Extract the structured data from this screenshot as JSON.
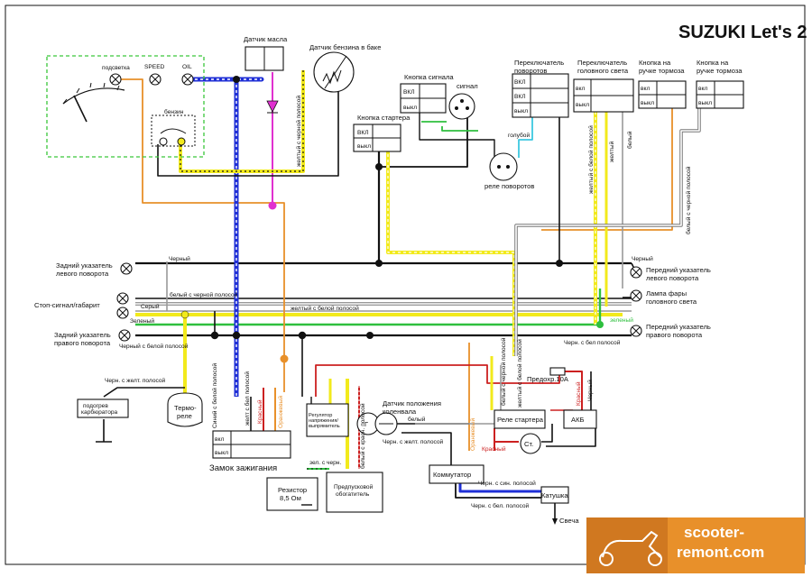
{
  "title": "SUZUKI Let's 2",
  "watermark": {
    "line1": "scooter-",
    "line2": "remont.com"
  },
  "components": {
    "oil_sensor": "Датчик масла",
    "fuel_sensor": "Датчик бензина в баке",
    "horn_button": "Кнопка сигнала",
    "horn": "сигнал",
    "starter_button": "Кнопка стартера",
    "turn_switch": "Переключатель поворотов",
    "headlight_switch": "Переключатель головного света",
    "brake_left": "Кнопка на ручке тормоза",
    "brake_right": "Кнопка на ручке тормоза",
    "turn_relay": "реле поворотов",
    "rear_left_turn": "Задний указатель левого поворота",
    "stop_light": "Стоп-сигнал/габарит",
    "rear_right_turn": "Задний указатель правого поворота",
    "front_left_turn": "Передний указатель левого поворота",
    "headlamp": "Лампа фары головного света",
    "front_right_turn": "Передний указатель правого поворота",
    "carb_heater": "подогрев карбюратора",
    "thermo_relay": "Термо-реле",
    "ignition_lock": "Замок зажигания",
    "resistor": "Резистор 8,5 Ом",
    "preheater": "Предпусковой обогатитель",
    "voltage_regulator": "Регулятор напряжения/ выпрямитель",
    "crank_sensor": "Датчик положения коленвала",
    "generator": "Г",
    "commutator": "Коммутатор",
    "coil": "Катушка",
    "spark_plug": "Свеча",
    "starter_relay": "Реле стартера",
    "battery": "АКБ",
    "starter": "Ст.",
    "fuse": "Предохр.10А"
  },
  "gauge_labels": {
    "backlight": "подсветка",
    "speed": "SPEED",
    "oil": "OIL",
    "fuel": "бензин"
  },
  "switch_labels": {
    "on": "вкл",
    "off": "выкл",
    "on_caps": "ВКЛ"
  },
  "wire_labels": {
    "yellow_black_stripe": "желтый с черной полосой",
    "blue": "голубой",
    "yellow_white_stripe": "желтый с белой полосой",
    "yellow": "желтый",
    "white": "белый",
    "white_black_stripe_right": "белый с черной полосой",
    "black_top": "Черный",
    "black_right": "Черный",
    "white_black_stripe_mid": "белый с черной полосой",
    "yellow_white_stripe_mid": "желтый с белой полосой",
    "gray": "Серый",
    "green": "Зеленый",
    "green_right": "зеленый",
    "black_white_stripe": "Черный с белой полосой",
    "black_white_stripe_right": "Черн. с бел полосой",
    "black_yellow_stripe": "Черн. с желт. полосой",
    "blue_white_stripe": "Синий с белой полосой",
    "yellow_white_stripe_short": "желт с бел полосой",
    "red": "Красный",
    "orange": "Оранжевый",
    "white_red_stripe": "белый с красн. полосой",
    "green_black": "зел. с черн.",
    "black_yellow_stripe_2": "Черн. с желт. полосой",
    "white_2": "белый",
    "orange_2": "Оранжевый",
    "black_blue_stripe": "Черн. с син. полосой",
    "black_white_stripe_2": "Черн. с бел. полосой",
    "red_2": "Красный",
    "red_3": "Красный",
    "black_2": "Черный",
    "white_black_stripe_v": "белый с черной полосой",
    "yellow_white_stripe_v": "желтый с белой полосой"
  },
  "colors": {
    "yellow": "#f2ea1c",
    "blue": "#1f2fd6",
    "green": "#2ebf3e",
    "orange": "#e8902a",
    "red": "#cc2020",
    "magenta": "#e030d0",
    "cyan": "#3cc8e0",
    "gauge_box": "#3ac63a"
  }
}
